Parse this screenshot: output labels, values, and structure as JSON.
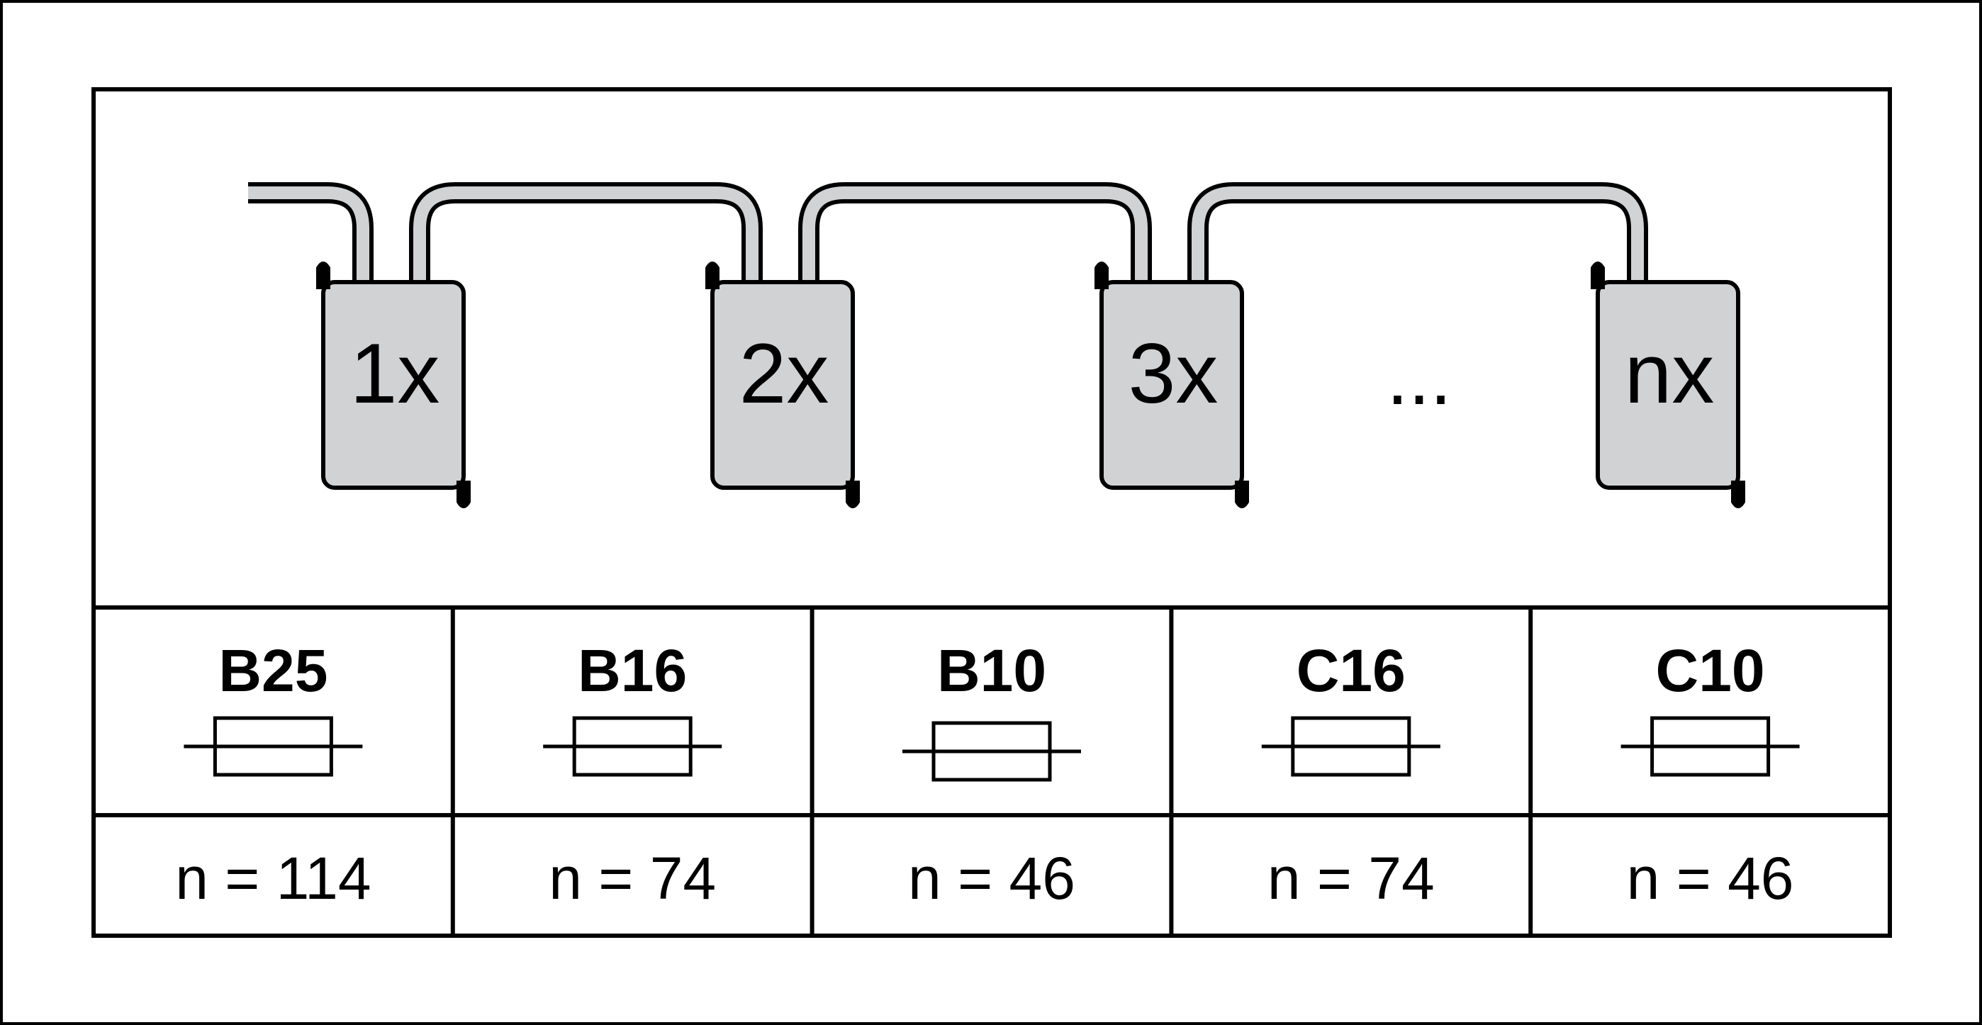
{
  "colors": {
    "line": "#000000",
    "module_fill": "#d1d2d4",
    "cable_fill": "#d1d2d4",
    "background": "#ffffff"
  },
  "diagram": {
    "modules": [
      {
        "label": "1x"
      },
      {
        "label": "2x"
      },
      {
        "label": "3x"
      },
      {
        "label": "nx"
      }
    ],
    "ellipsis": "...",
    "table": {
      "columns": [
        {
          "breaker": "B25",
          "count": "n = 114"
        },
        {
          "breaker": "B16",
          "count": "n = 74"
        },
        {
          "breaker": "B10",
          "count": "n = 46"
        },
        {
          "breaker": "C16",
          "count": "n = 74"
        },
        {
          "breaker": "C10",
          "count": "n = 46"
        }
      ]
    }
  }
}
